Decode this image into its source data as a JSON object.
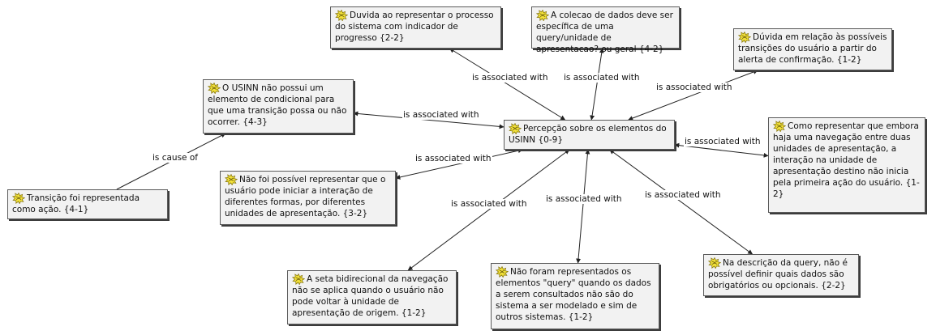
{
  "center": {
    "text": "Percepção sobre os elementos do USINN {0-9}",
    "icon": "quotation-icon"
  },
  "nodes": [
    {
      "id": "n1",
      "text": "Duvida ao representar o processo do sistema com indicador de progresso {2-2}",
      "icon": "quotation-icon"
    },
    {
      "id": "n2",
      "text": "A colecao de dados deve ser específica de uma query/unidade de apresentacao? ou geral {4-2}",
      "icon": "quotation-icon"
    },
    {
      "id": "n3",
      "text": "Dúvida em relação às possíveis transições do usuário a partir do alerta de confirmação. {1-2}",
      "icon": "quotation-icon"
    },
    {
      "id": "n4",
      "text": "O USINN não possui um elemento de condicional para que uma transição possa ou não ocorrer. {4-3}",
      "icon": "quotation-icon"
    },
    {
      "id": "n5",
      "text": "Como representar que embora haja uma navegação entre duas unidades de apresentação, a interação na unidade de apresentação destino não inicia pela primeira ação do usuário. {1-2}",
      "icon": "quotation-icon"
    },
    {
      "id": "n6",
      "text": "Não foi possível representar que o usuário pode iniciar a interação de diferentes formas, por diferentes unidades de apresentação. {3-2}",
      "icon": "quotation-icon"
    },
    {
      "id": "n7",
      "text": "Transição foi representada como ação. {4-1}",
      "icon": "quotation-icon"
    },
    {
      "id": "n8",
      "text": "A seta bidirecional da navegação não se aplica quando o usuário não pode voltar à unidade de apresentação de origem. {1-2}",
      "icon": "quotation-icon"
    },
    {
      "id": "n9",
      "text": "Não foram representados os elementos \"query\" quando os dados a serem consultados não são do sistema a ser modelado e sim de outros sistemas. {1-2}",
      "icon": "quotation-icon"
    },
    {
      "id": "n10",
      "text": "Na descrição da query, não é possível definir quais dados são obrigatórios ou opcionais. {2-2}",
      "icon": "quotation-icon"
    }
  ],
  "edges": [
    {
      "from": "n1",
      "to": "center",
      "label": "is associated with"
    },
    {
      "from": "n2",
      "to": "center",
      "label": "is associated with"
    },
    {
      "from": "n3",
      "to": "center",
      "label": "is associated with"
    },
    {
      "from": "n4",
      "to": "center",
      "label": "is associated with"
    },
    {
      "from": "n5",
      "to": "center",
      "label": "is associated with"
    },
    {
      "from": "n6",
      "to": "center",
      "label": "is associated with"
    },
    {
      "from": "n8",
      "to": "center",
      "label": "is associated with"
    },
    {
      "from": "n9",
      "to": "center",
      "label": "is associated with"
    },
    {
      "from": "n10",
      "to": "center",
      "label": "is associated with"
    },
    {
      "from": "n7",
      "to": "n4",
      "label": "is cause of"
    }
  ],
  "colors": {
    "node_fill": "#f2f2f2",
    "node_border": "#5a5a5a",
    "edge": "#222222",
    "icon_yellow": "#f3e23a",
    "icon_outline": "#8a7a10"
  }
}
